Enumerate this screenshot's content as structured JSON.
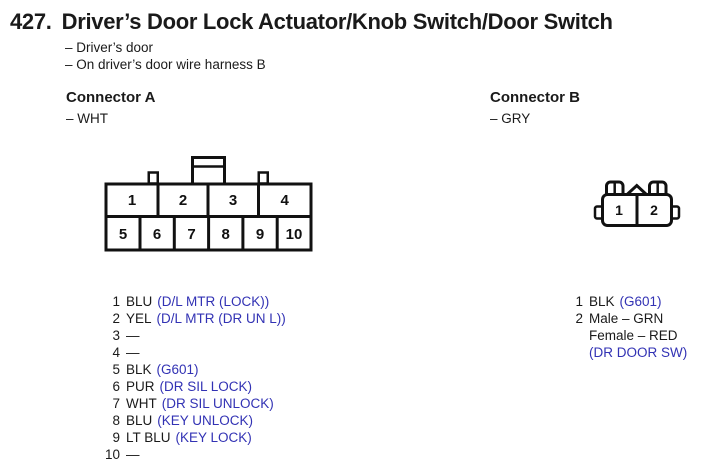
{
  "header": {
    "number": "427.",
    "title": "Driver’s Door Lock Actuator/Knob Switch/Door Switch",
    "notes": [
      "– Driver’s door",
      "– On driver’s door wire harness B"
    ]
  },
  "colors": {
    "link_blue": "#3232b4",
    "ink": "#1a1a1a"
  },
  "connector_a": {
    "label": "Connector A",
    "color_note": "– WHT",
    "diagram": {
      "top_row_cells": [
        "1",
        "2",
        "3",
        "4"
      ],
      "bottom_row_cells": [
        "5",
        "6",
        "7",
        "8",
        "9",
        "10"
      ]
    },
    "pins": [
      {
        "num": "1",
        "wire": "BLU",
        "func": "(D/L MTR (LOCK))"
      },
      {
        "num": "2",
        "wire": "YEL",
        "func": "(D/L MTR (DR UN L))"
      },
      {
        "num": "3",
        "wire": "—",
        "func": ""
      },
      {
        "num": "4",
        "wire": "—",
        "func": ""
      },
      {
        "num": "5",
        "wire": "BLK",
        "func": "(G601)"
      },
      {
        "num": "6",
        "wire": "PUR",
        "func": "(DR SIL LOCK)"
      },
      {
        "num": "7",
        "wire": "WHT",
        "func": "(DR SIL UNLOCK)"
      },
      {
        "num": "8",
        "wire": "BLU",
        "func": "(KEY UNLOCK)"
      },
      {
        "num": "9",
        "wire": "LT BLU",
        "func": "(KEY LOCK)"
      },
      {
        "num": "10",
        "wire": "—",
        "func": ""
      }
    ]
  },
  "connector_b": {
    "label": "Connector B",
    "color_note": "– GRY",
    "diagram": {
      "cells": [
        "1",
        "2"
      ]
    },
    "pins": [
      {
        "num": "1",
        "wire": "BLK",
        "func": "(G601)"
      },
      {
        "num": "2",
        "wire": "Male – GRN",
        "wire2": "Female – RED",
        "func": "(DR DOOR SW)"
      }
    ]
  }
}
